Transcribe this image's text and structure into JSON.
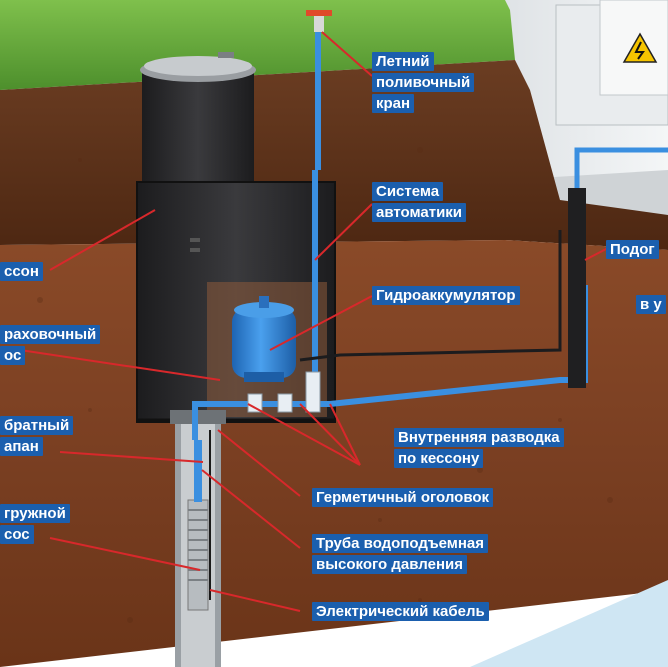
{
  "labels": {
    "summer_tap": [
      "Летний",
      "поливочный",
      "кран"
    ],
    "caisson": "ссон",
    "automation": [
      "Система",
      "автоматики"
    ],
    "feed_line": [
      "Подог",
      "в у"
    ],
    "hydroaccumulator": "Гидроаккумулятор",
    "safety_pump": [
      "раховочный",
      "ос"
    ],
    "check_valve": [
      "братный",
      "апан"
    ],
    "internal_wiring": [
      "Внутренняя разводка",
      "по кессону"
    ],
    "sealed_head": "Герметичный оголовок",
    "submersible_pump": [
      "гружной",
      "сос"
    ],
    "riser_pipe": [
      "Труба водоподъемная",
      "высокого давления"
    ],
    "electric_cable": "Электрический кабель"
  },
  "colors": {
    "label_bg": "#1b5fae",
    "label_text": "#ffffff",
    "leader": "#d8282b",
    "grass": "#5fa53a",
    "soil": "#7a3f22",
    "soil_dark": "#5a2a14",
    "caisson": "#2a2a2c",
    "tank": "#2f86d8",
    "pipe": "#3a8fe0",
    "water": "#cfe6f3"
  },
  "icons": [
    "high-voltage-icon"
  ]
}
